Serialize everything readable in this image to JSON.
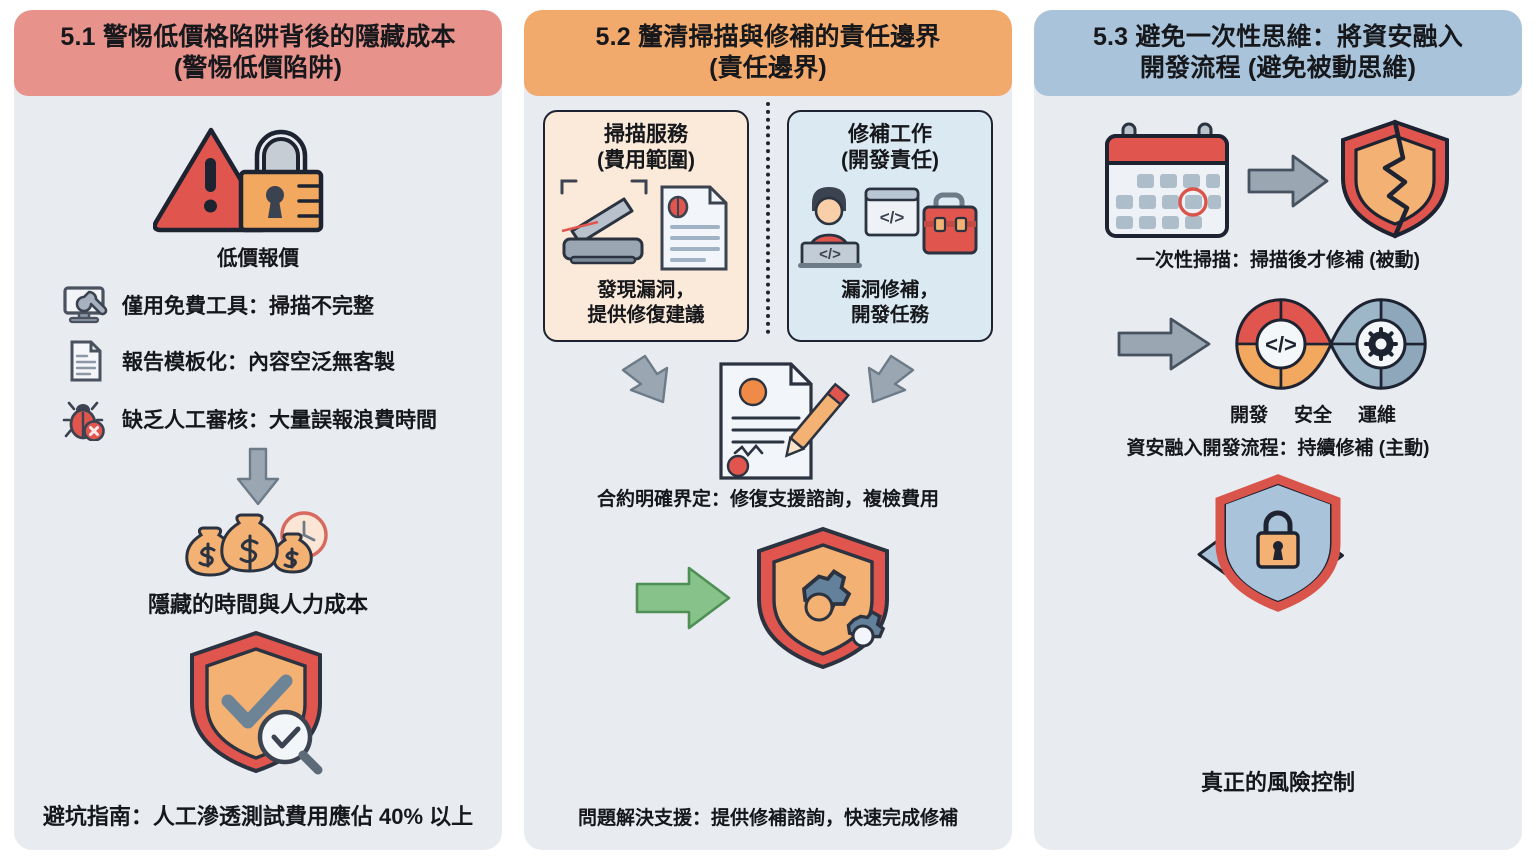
{
  "columns": [
    {
      "id": "5.1",
      "header": "5.1 警惕低價格陷阱背後的隱藏成本 (警惕低價陷阱)",
      "header_line1": "5.1 警惕低價格陷阱背後的隱藏成本",
      "header_line2": "(警惕低價陷阱)",
      "header_color": "#e8928c",
      "top_icon_caption": "低價報價",
      "bullets": [
        {
          "icon": "monitor-wrench-icon",
          "text": "僅用免費工具：掃描不完整"
        },
        {
          "icon": "document-lines-icon",
          "text": "報告模板化：內容空泛無客製"
        },
        {
          "icon": "bug-error-icon",
          "text": "缺乏人工審核：大量誤報浪費時間"
        }
      ],
      "arrow": "down-arrow-icon",
      "cost_caption": "隱藏的時間與人力成本",
      "shield_icon": "shield-check-magnifier-icon",
      "footer": "避坑指南：人工滲透測試費用應佔 40% 以上"
    },
    {
      "id": "5.2",
      "header": "5.2 釐清掃描與修補的責任邊界 (責任邊界)",
      "header_line1": "5.2 釐清掃描與修補的責任邊界",
      "header_line2": "(責任邊界)",
      "header_color": "#f2a96c",
      "left_box": {
        "title_line1": "掃描服務",
        "title_line2": "(費用範圍)",
        "icon": "scanner-bug-report-icon",
        "foot_line1": "發現漏洞，",
        "foot_line2": "提供修復建議",
        "fill": "#fbead9"
      },
      "right_box": {
        "title_line1": "修補工作",
        "title_line2": "(開發責任)",
        "icon": "developer-toolbox-icon",
        "foot_line1": "漏洞修補，",
        "foot_line2": "開發任務",
        "fill": "#dbeaf2"
      },
      "divider": "dotted-vertical-divider",
      "contract_icon": "contract-pencil-icon",
      "contract_caption": "合約明確界定：修復支援諮詢，複檢費用",
      "green_arrow": "green-right-arrow-icon",
      "gear_shield_icon": "shield-gears-icon",
      "footer": "問題解決支援：提供修補諮詢，快速完成修補"
    },
    {
      "id": "5.3",
      "header": "5.3 避免一次性思維：將資安融入開發流程 (避免被動思維)",
      "header_line1": "5.3 避免一次性思維：將資安融入",
      "header_line2": "開發流程 (避免被動思維)",
      "header_color": "#a9c3da",
      "row1": {
        "icon_left": "calendar-icon",
        "arrow": "gray-right-arrow-icon",
        "icon_right": "broken-shield-icon",
        "caption": "一次性掃描：掃描後才修補 (被動)"
      },
      "row2": {
        "arrow": "gray-right-arrow-icon",
        "icon": "devsecops-infinity-icon",
        "loop_labels": [
          "開發",
          "安全",
          "運維"
        ],
        "caption": "資安融入開發流程：持續修補 (主動)"
      },
      "row3": {
        "icon": "shield-lock-cycle-icon",
        "caption": "真正的風險控制"
      }
    }
  ],
  "palette": {
    "panel_bg": "#e8ebef",
    "page_bg": "#ffffff",
    "red": "#e0564f",
    "orange": "#f3a85f",
    "blue_gray": "#8fa7bb",
    "dark": "#1d2330",
    "green": "#7cb87c"
  }
}
